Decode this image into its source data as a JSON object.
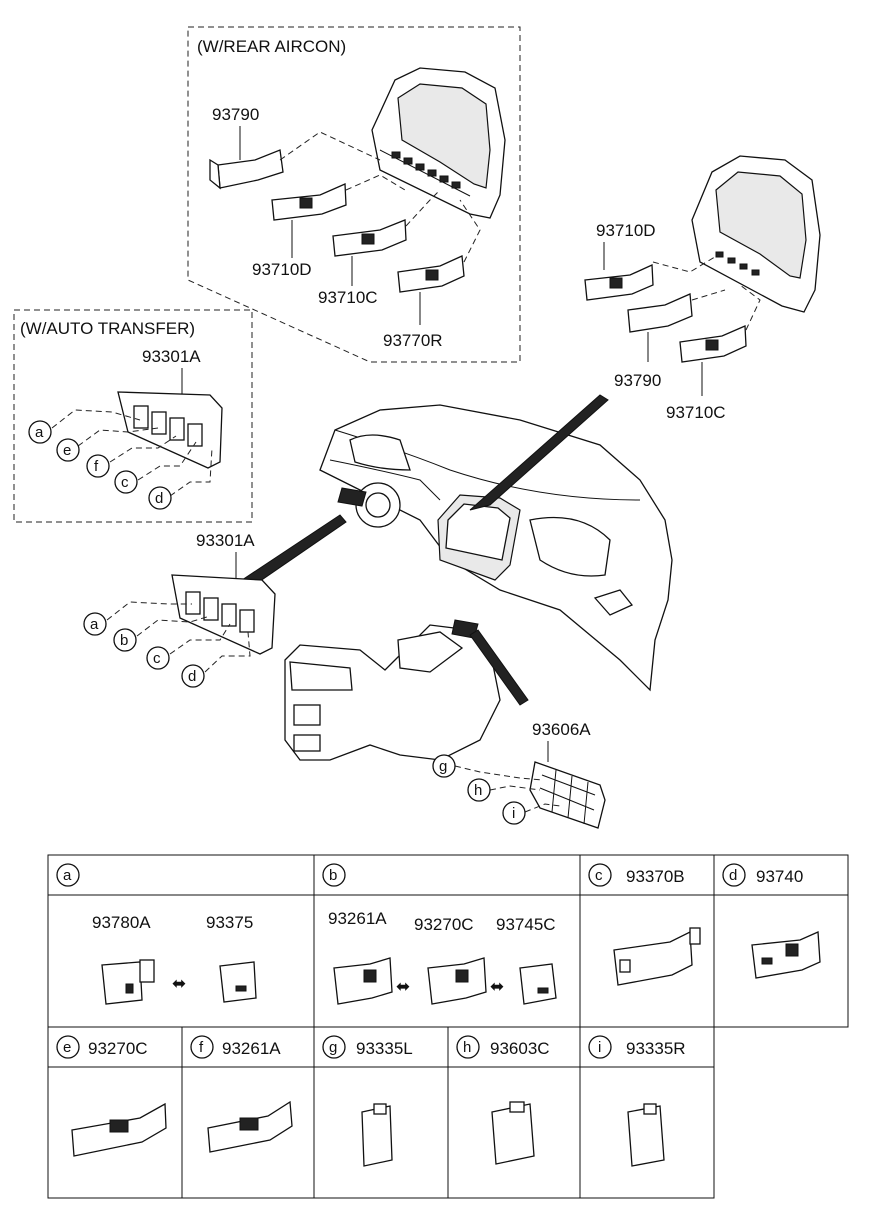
{
  "groups": {
    "rear_aircon": "(W/REAR AIRCON)",
    "auto_transfer": "(W/AUTO TRANSFER)"
  },
  "parts": {
    "p93790_top": "93790",
    "p93710D_top": "93710D",
    "p93710C_top": "93710C",
    "p93770R": "93770R",
    "p93710D_right": "93710D",
    "p93790_right": "93790",
    "p93710C_right": "93710C",
    "p93301A_box": "93301A",
    "p93301A_main": "93301A",
    "p93606A": "93606A"
  },
  "callouts": {
    "box_a": "a",
    "box_e": "e",
    "box_f": "f",
    "box_c": "c",
    "box_d": "d",
    "main_a": "a",
    "main_b": "b",
    "main_c": "c",
    "main_d": "d",
    "g": "g",
    "h": "h",
    "i": "i"
  },
  "table": {
    "a": {
      "letter": "a",
      "parts": [
        "93780A",
        "93375"
      ]
    },
    "b": {
      "letter": "b",
      "parts": [
        "93261A",
        "93270C",
        "93745C"
      ]
    },
    "c": {
      "letter": "c",
      "part": "93370B"
    },
    "d": {
      "letter": "d",
      "part": "93740"
    },
    "e": {
      "letter": "e",
      "part": "93270C"
    },
    "f": {
      "letter": "f",
      "part": "93261A"
    },
    "g": {
      "letter": "g",
      "part": "93335L"
    },
    "h": {
      "letter": "h",
      "part": "93603C"
    },
    "i": {
      "letter": "i",
      "part": "93335R"
    }
  }
}
